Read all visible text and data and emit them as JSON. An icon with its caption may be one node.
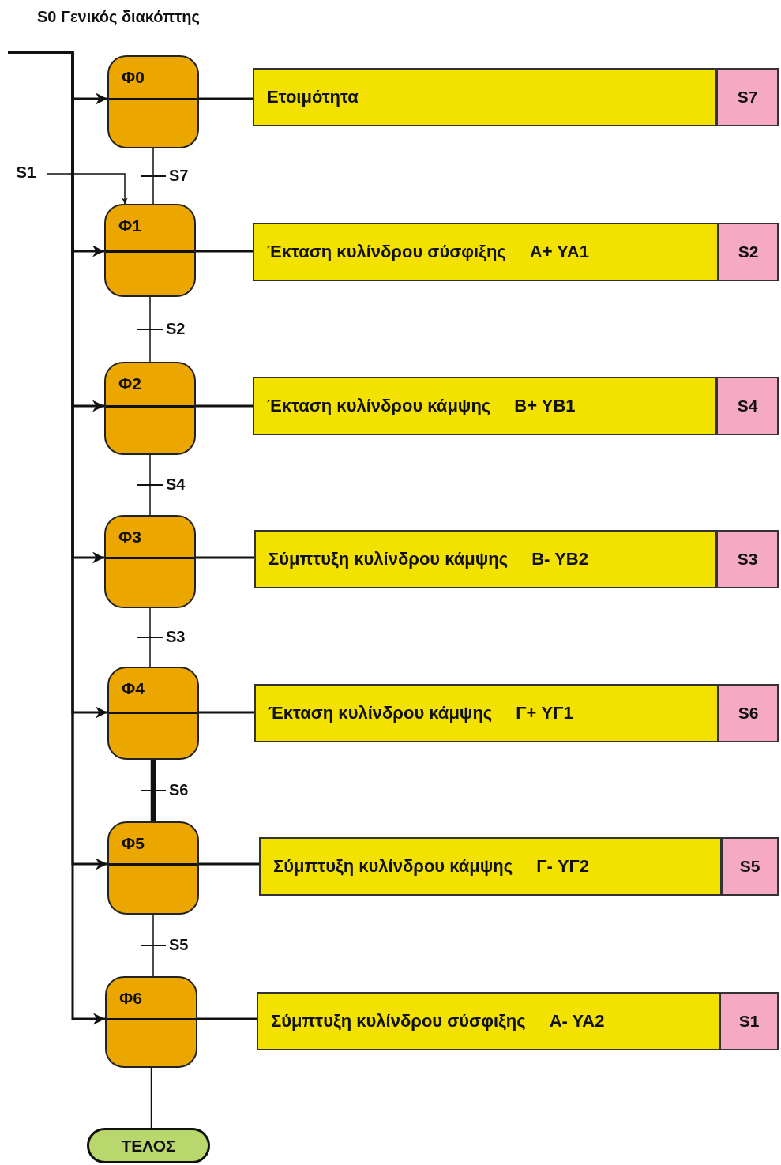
{
  "diagram": {
    "title": "S0 Γενικός διακόπτης",
    "nodes": [
      {
        "text": [
          "Φ0"
        ]
      },
      {
        "text": [
          "Ετοιμότητα"
        ]
      },
      {
        "text": [
          "S7"
        ]
      },
      {
        "text": [
          "Φ1"
        ]
      },
      {
        "text": [
          "Έκταση κυλίνδρου σύσφιξης",
          "A+ YA1"
        ]
      },
      {
        "text": [
          "S2"
        ]
      },
      {
        "text": [
          "Φ2"
        ]
      },
      {
        "text": [
          "Έκταση κυλίνδρου κάμψης",
          "B+ YB1"
        ]
      },
      {
        "text": [
          "S4"
        ]
      },
      {
        "text": [
          "Φ3"
        ]
      },
      {
        "text": [
          "Σύμπτυξη κυλίνδρου κάμψης",
          "B- YB2"
        ]
      },
      {
        "text": [
          "S3"
        ]
      },
      {
        "text": [
          "Φ4"
        ]
      },
      {
        "text": [
          "Έκταση κυλίνδρου κάμψης",
          "Γ+ YΓ1"
        ]
      },
      {
        "text": [
          "S6"
        ]
      },
      {
        "text": [
          "Φ5"
        ]
      },
      {
        "text": [
          "Σύμπτυξη κυλίνδρου κάμψης",
          "Γ- YΓ2"
        ]
      },
      {
        "text": [
          "S5"
        ]
      },
      {
        "text": [
          "Φ6"
        ]
      },
      {
        "text": [
          "Σύμπτυξη κυλίνδρου σύσφιξης",
          "A- YA2"
        ]
      },
      {
        "text": [
          "S1"
        ]
      },
      {
        "text": [
          "ΤΕΛΟΣ"
        ]
      },
      {
        "text": [
          "S1"
        ]
      }
    ],
    "edges": [
      {
        "from": null,
        "to": 0,
        "arrow": "to"
      },
      {
        "from": null,
        "to": 3,
        "arrow": "to"
      },
      {
        "from": null,
        "to": 6,
        "arrow": "to"
      },
      {
        "from": null,
        "to": 9,
        "arrow": "to"
      },
      {
        "from": null,
        "to": 12,
        "arrow": "to"
      },
      {
        "from": null,
        "to": 15,
        "arrow": "to"
      },
      {
        "from": null,
        "to": 18,
        "arrow": "to"
      },
      {
        "from": 0,
        "to": 1,
        "arrow": "none"
      },
      {
        "from": 3,
        "to": 4,
        "arrow": "none"
      },
      {
        "from": 6,
        "to": 7,
        "arrow": "none"
      },
      {
        "from": 9,
        "to": 10,
        "arrow": "none"
      },
      {
        "from": 12,
        "to": 13,
        "arrow": "none"
      },
      {
        "from": 15,
        "to": 16,
        "arrow": "none"
      },
      {
        "from": 18,
        "to": 19,
        "arrow": "none"
      },
      {
        "from": 0,
        "to": 3,
        "arrow": "none",
        "label": "S7"
      },
      {
        "from": 3,
        "to": 6,
        "arrow": "none",
        "label": "S2"
      },
      {
        "from": 6,
        "to": 9,
        "arrow": "none",
        "label": "S4"
      },
      {
        "from": 9,
        "to": 12,
        "arrow": "none",
        "label": "S3"
      },
      {
        "from": 12,
        "to": 15,
        "arrow": "none",
        "label": "S6",
        "style": "thick"
      },
      {
        "from": 15,
        "to": 18,
        "arrow": "none",
        "label": "S5"
      },
      {
        "from": 18,
        "to": 21,
        "arrow": "none"
      },
      {
        "from": 22,
        "to": 3,
        "arrow": "to"
      }
    ]
  }
}
